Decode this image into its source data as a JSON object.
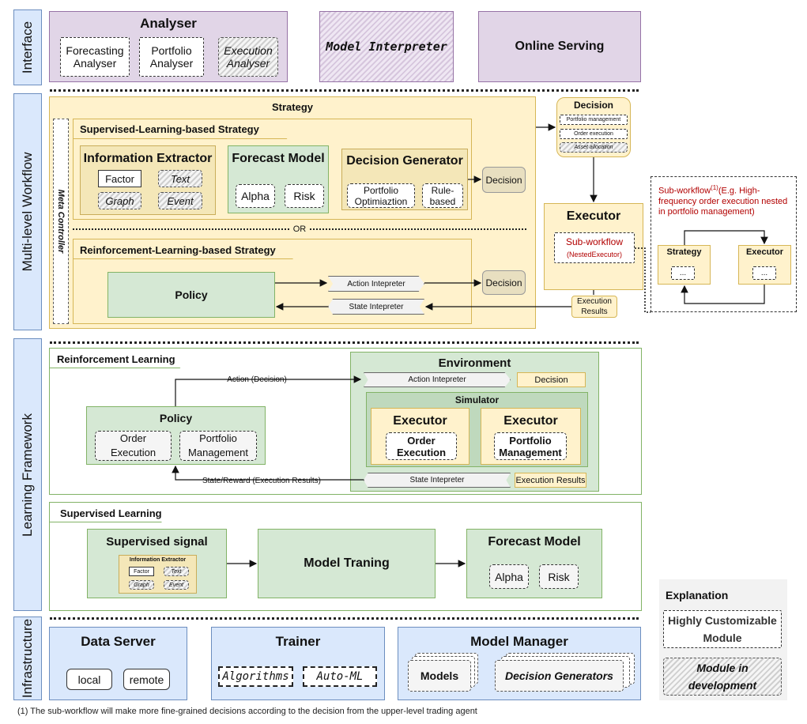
{
  "side": {
    "interface": "Interface",
    "workflow": "Multi-level Workflow",
    "learning": "Learning Framework",
    "infra": "Infrastructure"
  },
  "interface": {
    "analyser": "Analyser",
    "forecasting": "Forecasting\nAnalyser",
    "portfolio": "Portfolio\nAnalyser",
    "execution": "Execution\nAnalyser",
    "interpreter": "Model Interpreter",
    "serving": "Online Serving"
  },
  "workflow": {
    "strategy": "Strategy",
    "meta": "Meta Controller",
    "sl_title": "Supervised-Learning-based Strategy",
    "info_extractor": "Information Extractor",
    "factor": "Factor",
    "text": "Text",
    "graph": "Graph",
    "event": "Event",
    "forecast_model": "Forecast Model",
    "alpha": "Alpha",
    "risk": "Risk",
    "decision_gen": "Decision Generator",
    "portfolio_opt": "Portfolio\nOptimiaztion",
    "rule_based": "Rule-\nbased",
    "decision": "Decision",
    "or": "OR",
    "rl_title": "Reinforcement-Learning-based Strategy",
    "policy": "Policy",
    "action_interp": "Action Intepreter",
    "state_interp": "State Intepreter",
    "decision_top": "Decision",
    "portfolio_mgmt": "Portfolio management",
    "order_exec": "Order execution",
    "asset_alloc": "Asset allocation",
    "executor": "Executor",
    "subworkflow": "Sub-workflow",
    "nested": "(NestedExecutor)",
    "exec_results": "Execution\nResults",
    "sub_note": "Sub-workflow",
    "sub_note_sup": "(1)",
    "sub_note_rest": "(E.g. High-frequency order execution nested in portfolio management)",
    "sub_strategy": "Strategy",
    "sub_executor": "Executor",
    "dots": "..."
  },
  "learning": {
    "rl": "Reinforcement  Learning",
    "action_decision": "Action (Decision)",
    "environment": "Environment",
    "action_interp": "Action Intepreter",
    "decision": "Decision",
    "simulator": "Simulator",
    "executor": "Executor",
    "order_exec": "Order\nExecution",
    "portfolio_mgmt": "Portfolio\nManagement",
    "policy": "Policy",
    "order": "Order\nExecution",
    "portfolio": "Portfolio\nManagement",
    "state_reward": "State/Reward (Execution Results)",
    "state_interp": "State Intepreter",
    "exec_results": "Execution Results",
    "sl": "Supervised Learning",
    "signal": "Supervised signal",
    "mini_ie": "Information Extractor",
    "factor": "Factor",
    "text": "Text",
    "graph": "Graph",
    "event": "Event",
    "training": "Model Traning",
    "forecast": "Forecast Model",
    "alpha": "Alpha",
    "risk": "Risk"
  },
  "infra": {
    "data_server": "Data Server",
    "local": "local",
    "remote": "remote",
    "trainer": "Trainer",
    "algorithms": "Algorithms",
    "automl": "Auto-ML",
    "model_manager": "Model Manager",
    "models": "Models",
    "decision_gens": "Decision Generators"
  },
  "legend": {
    "title": "Explanation",
    "custom": "Highly Customizable\nModule",
    "dev": "Module in\ndevelopment"
  },
  "footnote": "(1)  The sub-workflow will make more fine-grained decisions according to the decision from the upper-level trading agent"
}
